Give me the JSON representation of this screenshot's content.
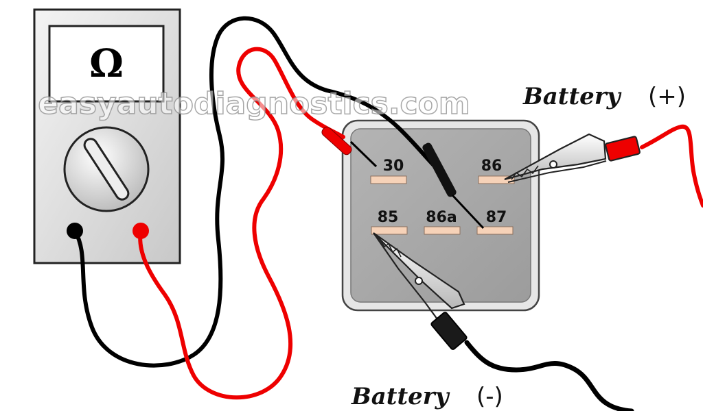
{
  "meter": {
    "symbol": "Ω"
  },
  "watermark": "easyautodiagnostics.com",
  "relay": {
    "pins": [
      {
        "label": "30"
      },
      {
        "label": "86"
      },
      {
        "label": "85"
      },
      {
        "label": "86a"
      },
      {
        "label": "87"
      }
    ]
  },
  "battery_positive": {
    "word": "Battery",
    "sign": "(+)"
  },
  "battery_negative": {
    "word": "Battery",
    "sign": "(-)"
  },
  "colors": {
    "positive_lead": "#ee0000",
    "negative_lead": "#000000",
    "relay_body": "#a9a9a9",
    "terminal": "#f6d2b8",
    "meter_body": "#e9e9e9"
  }
}
